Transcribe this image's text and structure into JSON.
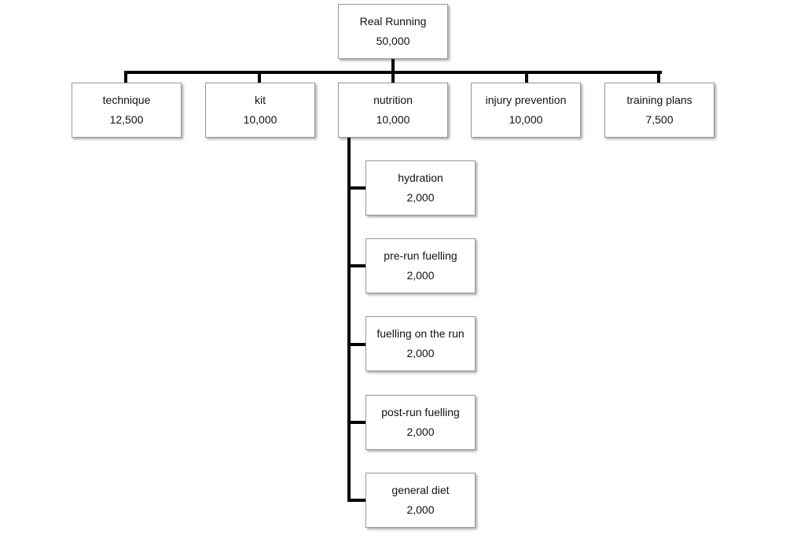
{
  "root": {
    "label": "Real Running",
    "value": "50,000"
  },
  "categories": [
    {
      "label": "technique",
      "value": "12,500"
    },
    {
      "label": "kit",
      "value": "10,000"
    },
    {
      "label": "nutrition",
      "value": "10,000"
    },
    {
      "label": "injury prevention",
      "value": "10,000"
    },
    {
      "label": "training plans",
      "value": "7,500"
    }
  ],
  "nutrition_children": [
    {
      "label": "hydration",
      "value": "2,000"
    },
    {
      "label": "pre-run fuelling",
      "value": "2,000"
    },
    {
      "label": "fuelling on the run",
      "value": "2,000"
    },
    {
      "label": "post-run fuelling",
      "value": "2,000"
    },
    {
      "label": "general diet",
      "value": "2,000"
    }
  ]
}
